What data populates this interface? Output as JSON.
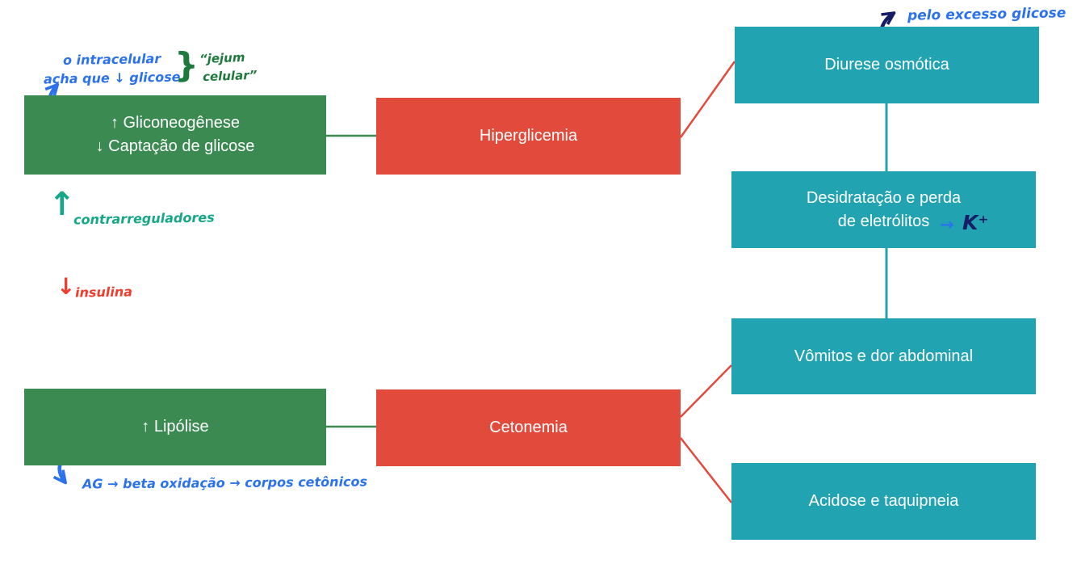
{
  "colors": {
    "box_green": "#3A8A51",
    "box_red": "#E24B3C",
    "box_teal": "#22A3B2",
    "ink_blue": "#2B72EC",
    "ink_navy": "#151D66",
    "ink_teal": "#16A688",
    "ink_red": "#F03C2D",
    "ink_green": "#1D7A3C"
  },
  "nodes": {
    "gluconeogenesis": {
      "line1": "↑ Gliconeogênese",
      "line2": "↓ Captação de glicose"
    },
    "hyperglycemia": {
      "label": "Hiperglicemia"
    },
    "osmotic_diuresis": {
      "label": "Diurese osmótica"
    },
    "dehydration": {
      "line1": "Desidratação e perda",
      "line2": "de eletrólitos"
    },
    "vomiting": {
      "label": "Vômitos e dor abdominal"
    },
    "lipolysis": {
      "label": "↑ Lipólise"
    },
    "ketonemia": {
      "label": "Cetonemia"
    },
    "acidosis": {
      "label": "Acidose e taquipneia"
    }
  },
  "annotations": {
    "intracellular": {
      "line1": "o intracelular",
      "line2": "acha que ↓ glicose",
      "brace": "}",
      "quote_line1": "“jejum",
      "quote_line2": "celular”"
    },
    "excess_glucose": "pelo excesso glicose",
    "counterregulators": {
      "arrow": "↑",
      "text": "contrarreguladores"
    },
    "insulin": {
      "arrow": "↓",
      "text": "insulina"
    },
    "beta_oxidation": "AG → beta oxidação → corpos cetônicos",
    "potassium": {
      "arrow": "→",
      "text": "K⁺"
    }
  }
}
